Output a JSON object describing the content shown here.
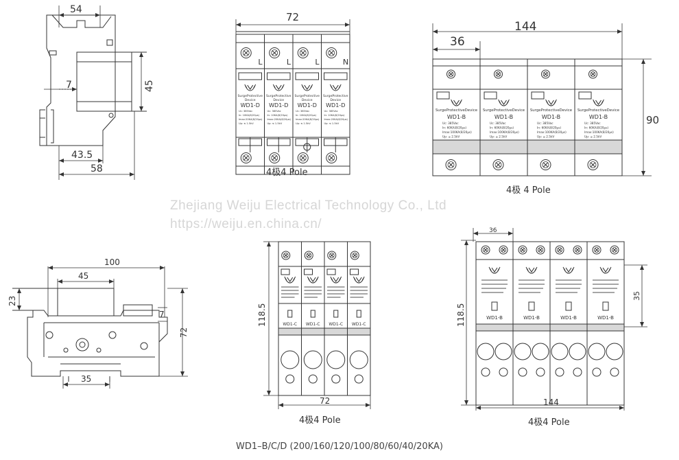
{
  "watermark": {
    "company": "Zhejiang Weiju Electrical Technology Co., Ltd",
    "url": "https://weiju.en.china.cn/"
  },
  "views": {
    "side": {
      "dims": [
        "54",
        "7",
        "45",
        "43.5",
        "58"
      ]
    },
    "front_d": {
      "dims": [
        "72"
      ],
      "pole_marks": [
        "L",
        "L",
        "L",
        "N"
      ],
      "brand": "SurgeProtective\nDevice",
      "model": "WD1-D",
      "spec_lines": [
        "Uc:    385Vac",
        "In:    10KA(8/20μs)",
        "Imax:20KA(8/20μs)",
        "Up:  ≤ 1.5kV"
      ],
      "caption": "4极4  Pole"
    },
    "front_b": {
      "dims": [
        "144",
        "36",
        "90"
      ],
      "brand": "SurgeProtectiveDevice",
      "model": "WD1-B",
      "spec_lines": [
        "Uc:    385Vac",
        "In:    60KA(8/20μs)",
        "Imax:100KA(8/20μs)",
        "Up:  ≤ 2.5kV"
      ],
      "caption": "4极 4 Pole"
    },
    "side_wide": {
      "dims": [
        "100",
        "45",
        "23",
        "7",
        "72",
        "35"
      ]
    },
    "front_c": {
      "dims": [
        "118.5",
        "72"
      ],
      "model": "WD1-C",
      "caption": "4极4 Pole"
    },
    "front_b_large": {
      "dims": [
        "36",
        "118.5",
        "35",
        "144"
      ],
      "model": "WD1-B",
      "caption": "4极4 Pole"
    }
  },
  "footer_title": "WD1–B/C/D (200/160/120/100/80/60/40/20KA)"
}
